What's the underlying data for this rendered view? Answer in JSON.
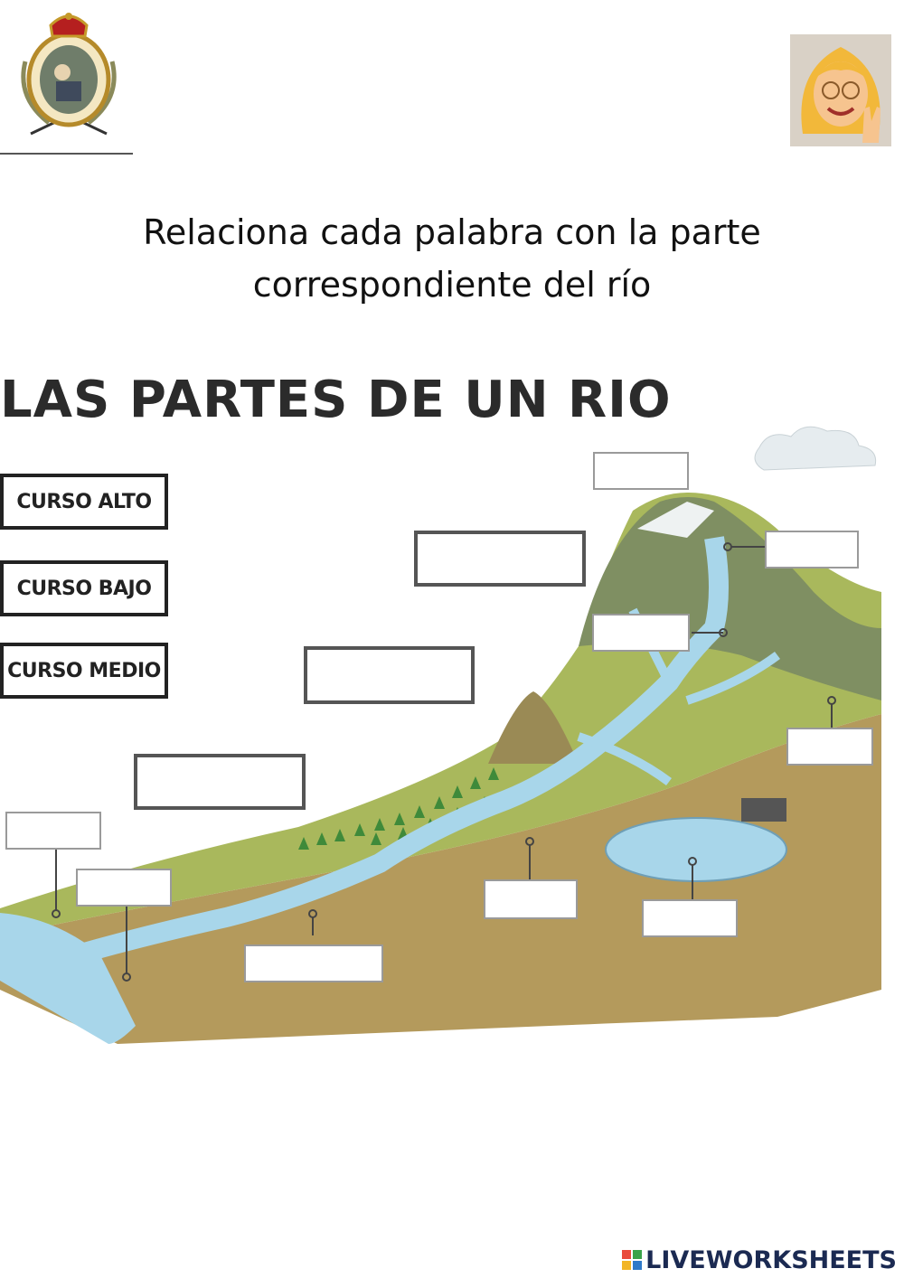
{
  "instruction": {
    "line1": "Relaciona cada palabra con la parte",
    "line2": "correspondiente del río"
  },
  "diagram": {
    "title": "LAS PARTES DE UN RIO",
    "word_bank": [
      "CURSO ALTO",
      "CURSO BAJO",
      "CURSO MEDIO"
    ]
  },
  "footer": {
    "brand": "LIVEWORKSHEETS"
  },
  "colors": {
    "land": "#a9b85c",
    "soil": "#b49a5c",
    "water": "#a8d6ea",
    "mountain": "#7f8f62",
    "brand": "#1b2a52"
  },
  "icons": {
    "crest": "coat-of-arms-icon",
    "avatar": "teacher-memoji-icon"
  }
}
